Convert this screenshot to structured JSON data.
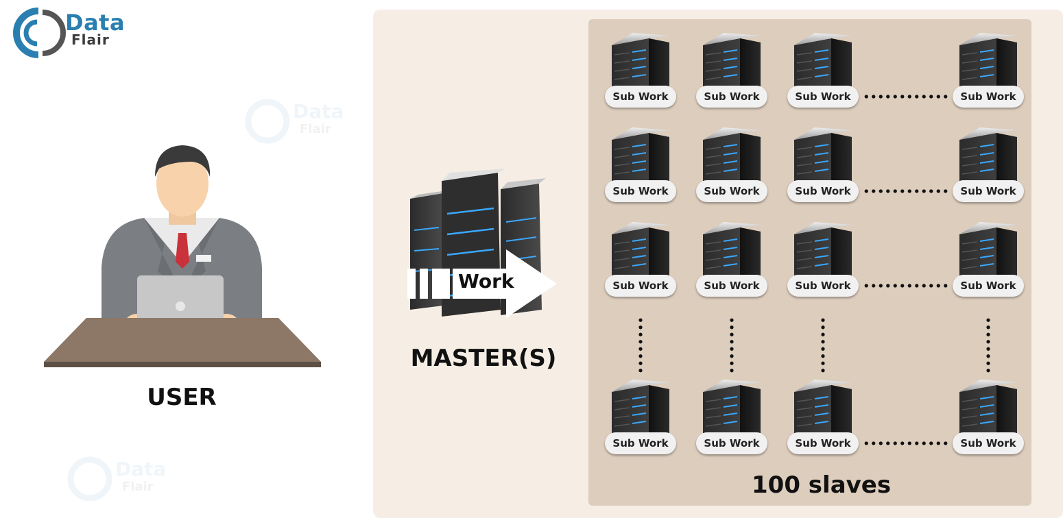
{
  "logo": {
    "line1": "Data",
    "line2": "Flair"
  },
  "user": {
    "label": "USER"
  },
  "master": {
    "label": "MASTER(S)",
    "work_label": "Work"
  },
  "slaves": {
    "label": "100 slaves",
    "node_label": "Sub Work",
    "rows": 4,
    "columns": 4,
    "gap_marker": "dotted-line"
  },
  "colors": {
    "outer_panel": "#f6eee4",
    "slave_panel": "#ddcdbd",
    "logo_blue": "#2a7fb0",
    "server_led": "#3aa8ff"
  },
  "icons": [
    "logo-icon",
    "user-at-laptop-illustration",
    "master-server-cluster-icon",
    "server-icon",
    "arrow-icon"
  ]
}
